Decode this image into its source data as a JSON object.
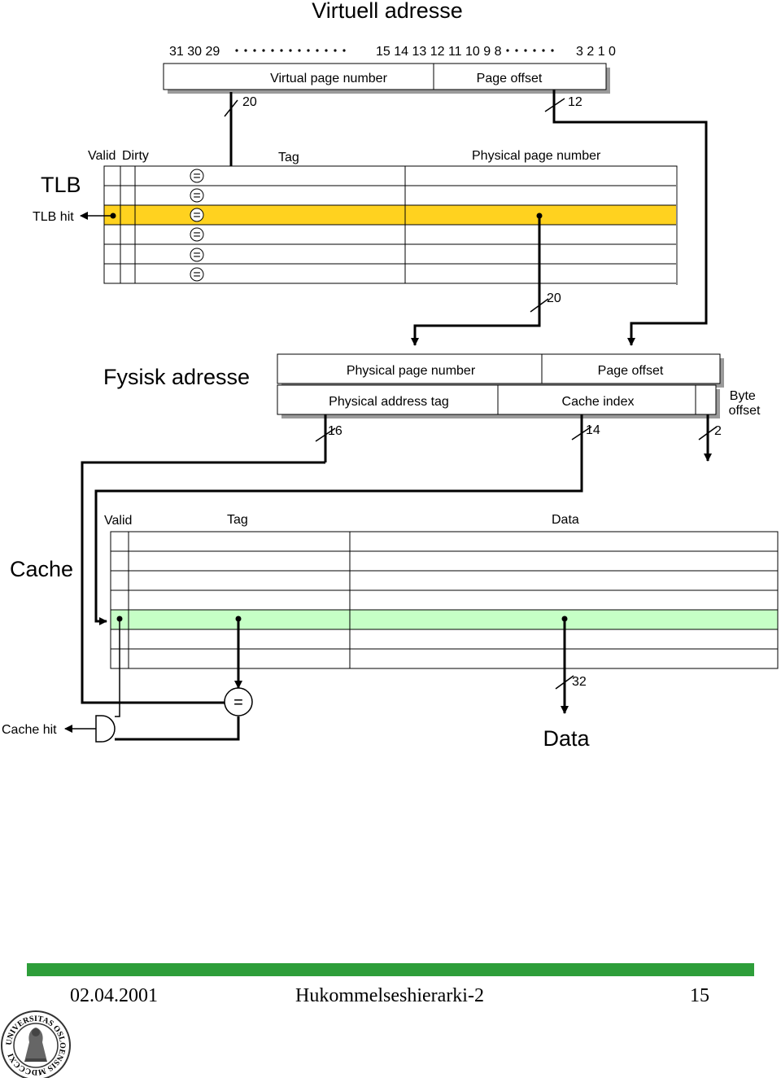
{
  "title": "Virtuell adresse",
  "bits": {
    "high": "31 30 29",
    "mid": "15 14 13 12 11 10 9 8",
    "low": "3 2 1 0"
  },
  "virtual": {
    "vpn_label": "Virtual page number",
    "offset_label": "Page offset",
    "vpn_width": "20",
    "offset_width": "12"
  },
  "tlb": {
    "label": "TLB",
    "hit_label": "TLB hit",
    "headers": {
      "valid": "Valid",
      "dirty": "Dirty",
      "tag": "Tag",
      "ppn": "Physical page number"
    },
    "comparator": "=",
    "ppn_width": "20",
    "highlight_color": "#FFD21F"
  },
  "physical": {
    "label": "Fysisk adresse",
    "ppn_label": "Physical page number",
    "offset_label": "Page offset",
    "tag_label": "Physical address tag",
    "index_label": "Cache index",
    "byte_offset_line1": "Byte",
    "byte_offset_line2": "offset",
    "tag_width": "16",
    "index_width": "14",
    "byte_width": "2"
  },
  "cache": {
    "label": "Cache",
    "headers": {
      "valid": "Valid",
      "tag": "Tag",
      "data": "Data"
    },
    "comparator": "=",
    "hit_label": "Cache hit",
    "data_width": "32",
    "output_label": "Data",
    "highlight_color": "#C6FFC6"
  },
  "footer": {
    "date": "02.04.2001",
    "title": "Hukommelseshierarki-2",
    "page": "15",
    "bar_color": "#2E9E3A",
    "seal_text": "UNIVERSITAS OSLOENSIS MDCCCXI",
    "seal_icon": "university-seal"
  }
}
